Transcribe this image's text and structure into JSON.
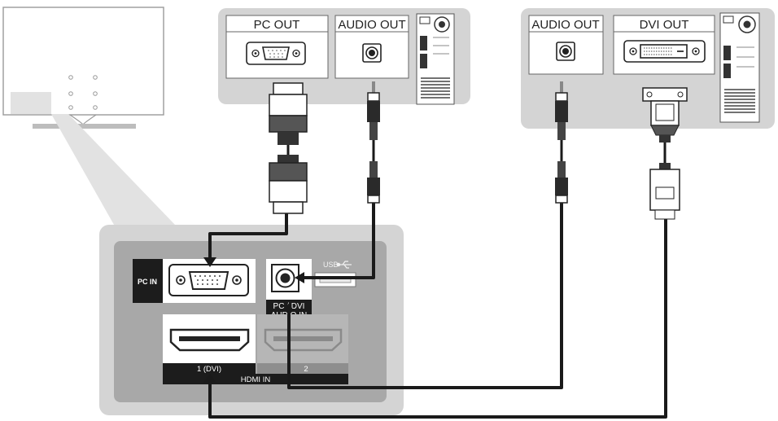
{
  "pc1": {
    "pc_out_label": "PC OUT",
    "audio_out_label": "AUDIO OUT"
  },
  "pc2": {
    "audio_out_label": "AUDIO OUT",
    "dvi_out_label": "DVI OUT"
  },
  "tv_panel": {
    "pc_in_label": "PC IN",
    "usb_label": "USB",
    "audio_in_label_line1": "PC / DVI",
    "audio_in_label_line2": "AUDIO IN",
    "hdmi1_label": "1 (DVI)",
    "hdmi2_label": "2",
    "hdmi_in_label": "HDMI IN"
  },
  "colors": {
    "panel_light": "#d4d4d4",
    "panel_mid": "#a8a8a8",
    "cable": "#1a1a1a",
    "connector_dark": "#2a2a2a"
  }
}
